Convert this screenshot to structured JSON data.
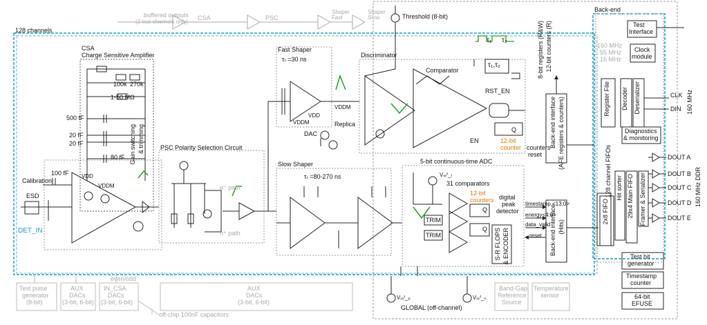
{
  "top": {
    "buffered_outputs": "buffered outputs",
    "buffered_outputs_note": "(2 test channels only)",
    "csa": "CSA",
    "psc": "PSC",
    "shaper_fast_1": "Shaper",
    "shaper_fast_2": "Fast",
    "shaper_slow_1": "Shaper",
    "shaper_slow_2": "Slow",
    "threshold": "Threshold (8-bit)"
  },
  "frame": {
    "channels": "128 channels",
    "backend": "Back-end"
  },
  "csa": {
    "title_1": "CSA",
    "title_2": "Charge Sensitive Amplifier",
    "r100k": "100k",
    "r270k": "270k",
    "r_range": "1-50 MΩ",
    "c500": "500 fF",
    "c20a": "20 fF",
    "c20b": "20 fF",
    "c80": "80 fF",
    "c100": "100 fF",
    "calibration": "Calibration",
    "esd": "ESD",
    "vdd": "VDD",
    "vddm": "VDDM",
    "det_in": "DET_IN",
    "gain_1": "Gain switching",
    "gain_2": "& trimming"
  },
  "psc": {
    "title": "PSC Polarity Selection Circuit",
    "e_path": "e⁻ path",
    "h_path": "h⁺ path"
  },
  "fast_shaper": {
    "title": "Fast Shaper",
    "tau": "τᵣ =30 ns",
    "vdd": "VDD",
    "vddm": "VDDM",
    "vddm2": "VDDM",
    "replica": "Replica",
    "dac": "DAC"
  },
  "discriminator": {
    "title": "Discriminator",
    "comparator": "Comparator",
    "rst_en": "RST_EN",
    "en": "EN",
    "tau1": "τ₁",
    "tau2": "τ₂",
    "tau12": "τ₁,τ₂",
    "q": "Q",
    "counter_1": "12-bit",
    "counter_2": "counter"
  },
  "slow_shaper": {
    "title": "Slow Shaper",
    "tau": "τᵣ =80-270 ns"
  },
  "adc": {
    "title": "5-bit continuous-time ADC",
    "vref_t": "Vᵣₑᶠ_ₜ",
    "comparators": "31 comparators",
    "counters_1": "12-bit",
    "counters_2": "counters",
    "peak_1": "digital",
    "peak_2": "peak",
    "peak_3": "detector",
    "trim1": "TRIM",
    "trim2": "TRIM",
    "flops_1": "S-R FLOPS",
    "flops_2": "& ENCODER",
    "q1": "Q",
    "q2": "Q"
  },
  "backend_if": {
    "regs_1": "8-bit registers (R&W)",
    "regs_2": "12-bit counters (R)",
    "afe_1": "Back-end interface",
    "afe_2": "(AFE registers & counters)",
    "counters_reset_1": "counters",
    "counters_reset_2": "reset",
    "hits_1": "Back-end interface",
    "hits_2": "(Hits)",
    "timestamp": "timestamp <13:0>",
    "energy": "energy<4:0>",
    "data_valid": "data_valid",
    "reset": "reset"
  },
  "backend": {
    "test_interface_1": "Test",
    "test_interface_2": "Interface",
    "f160": "160 MHz",
    "f55": "55 MHz",
    "f16": "16 MHz",
    "clock_1": "Clock",
    "clock_2": "module",
    "register_file": "Register File",
    "decoder": "Decoder",
    "deserializer": "Deserializer",
    "clk": "CLK",
    "din": "DIN",
    "mhz160": "160 MHz",
    "diag_1": "Diagnostics",
    "diag_2": "& monitoring",
    "fifos": "128 channel FIFOs",
    "fifo_2x8": "2x8 FIFO",
    "hit_sorter_1": "Hit sorter",
    "hit_sorter_2": "29x4 Main FIFO",
    "framer": "Framer & Serializer",
    "douts": [
      "DOUT A",
      "DOUT B",
      "DOUT C",
      "DOUT D",
      "DOUT E"
    ],
    "ddr": "160 MHz DDR",
    "test_hit_1": "Test hit",
    "test_hit_2": "generator",
    "timestamp_1": "Timestamp",
    "timestamp_2": "counter",
    "efuse_1": "64-bit",
    "efuse_2": "EFUSE"
  },
  "bottom": {
    "tp_1": "Test pulse",
    "tp_2": "generator",
    "tp_3": "(8-bit)",
    "aux1_1": "AUX",
    "aux1_2": "DACs",
    "aux1_3": "(3-bit, 6-bit)",
    "incsa_1": "IN_CSA",
    "incsa_2": "DACs",
    "incsa_3": "(3-bit, 6-bit)",
    "even_odd": "even/odd",
    "aux2_1": "AUX",
    "aux2_2": "DACs",
    "aux2_3": "(3-bit, 6-bit)",
    "bandgap_1": "Band-Gap",
    "bandgap_2": "Reference",
    "bandgap_3": "Source",
    "temp_1": "Temperature",
    "temp_2": "sensor",
    "vref_p": "Vᵣₑᶠ_ₚ",
    "vref_n": "Vᵣₑᶠ_ₙ",
    "global": "GLOBAL (off-channel)",
    "caps": "off-chip 100nF capacitors"
  },
  "colors": {
    "accent_blue": "#1a9ec6",
    "signal_green": "#1fa31f",
    "counter_orange": "#e07b00",
    "gray": "#aaaaaa"
  }
}
